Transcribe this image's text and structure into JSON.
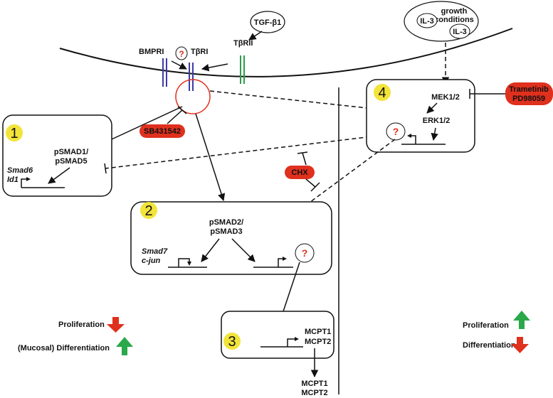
{
  "receptors": {
    "bmpri": "BMPRI",
    "tbri": "TβRI",
    "tbrii": "TβRII",
    "unknown": "?"
  },
  "ligands": {
    "tgfb1": "TGF-β1",
    "il3_a": "IL-3",
    "il3_b": "IL-3",
    "growth_line1": "growth",
    "growth_line2": "conditions"
  },
  "inhibitors": {
    "sb": "SB431542",
    "chx": "CHX",
    "trametinib": "Trametinib",
    "pd": "PD98059"
  },
  "box1": {
    "number": "1",
    "psmad_line1": "pSMAD1/",
    "psmad_line2": "pSMAD5",
    "gene1": "Smad6",
    "gene2": "Id1"
  },
  "box2": {
    "number": "2",
    "psmad_line1": "pSMAD2/",
    "psmad_line2": "pSMAD3",
    "gene1": "Smad7",
    "gene2": "c-jun",
    "unknown": "?"
  },
  "box3": {
    "number": "3",
    "gene1": "MCPT1",
    "gene2": "MCPT2"
  },
  "box4": {
    "number": "4",
    "mek": "MEK1/2",
    "erk": "ERK1/2",
    "unknown": "?"
  },
  "output": {
    "line1": "MCPT1",
    "line2": "MCPT2"
  },
  "legend_left": {
    "proliferation": "Proliferation",
    "differentiation": "(Mucosal) Differentiation"
  },
  "legend_right": {
    "proliferation": "Proliferation",
    "differentiation": "Differentiation"
  },
  "colors": {
    "blue": "#3b3ba8",
    "green": "#2e9c4a",
    "red": "#e0301e",
    "yellow": "#f2e43a",
    "arrow_green": "#2aa84a"
  }
}
